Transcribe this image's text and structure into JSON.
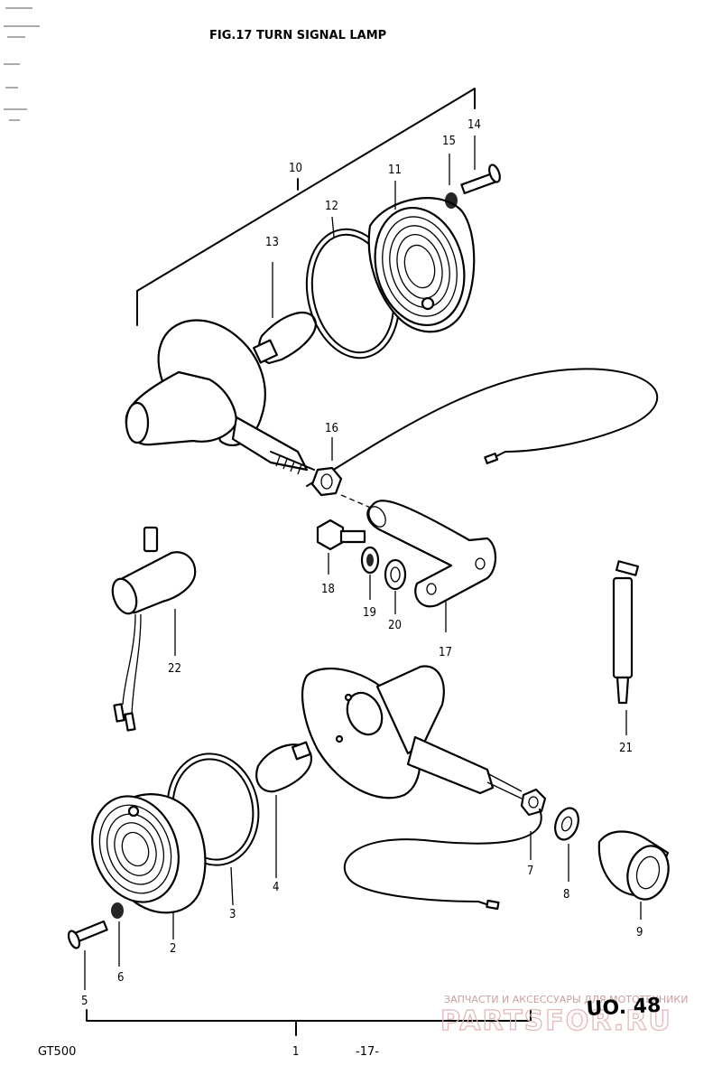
{
  "header": {
    "title": "FIG.17  TURN SIGNAL LAMP"
  },
  "footer": {
    "model": "GT500",
    "page": "-17-",
    "code": "UO. 48"
  },
  "watermark": {
    "line1": "ЗАПЧАСТИ И АКСЕССУАРЫ ДЛЯ МОТОТЕХНИКИ",
    "line2": "PARTSFOR.RU"
  },
  "callouts": {
    "c1": "1",
    "c2": "2",
    "c3": "3",
    "c4": "4",
    "c5": "5",
    "c6": "6",
    "c7": "7",
    "c8": "8",
    "c9": "9",
    "c10": "10",
    "c11": "11",
    "c12": "12",
    "c13": "13",
    "c14": "14",
    "c15": "15",
    "c16": "16",
    "c17": "17",
    "c18": "18",
    "c19": "19",
    "c20": "20",
    "c21": "21",
    "c22": "22"
  }
}
